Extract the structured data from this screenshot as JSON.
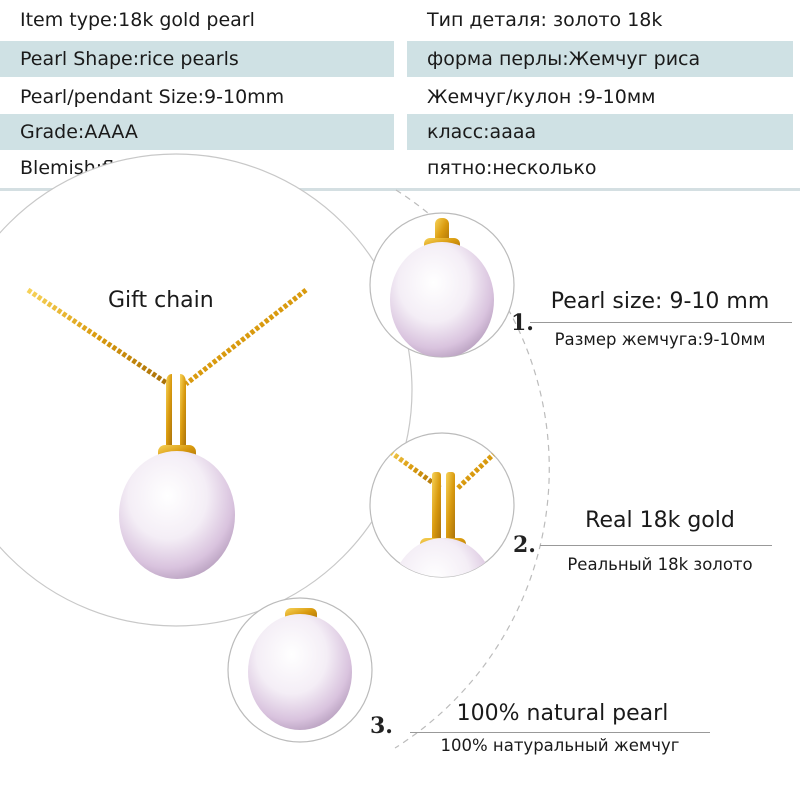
{
  "specs": {
    "rows": [
      {
        "en": "Item type:18k gold pearl",
        "ru": "Тип деталя: золото 18k",
        "shaded": false
      },
      {
        "en": "Pearl Shape:rice pearls",
        "ru": "форма перлы:Жемчуг риса",
        "shaded": true
      },
      {
        "en": "Pearl/pendant Size:9-10mm",
        "ru": "Жемчуг/кулон :9-10мм",
        "shaded": false
      },
      {
        "en": "Grade:AAAA",
        "ru": "класс:аааа",
        "shaded": true
      },
      {
        "en": "Blemish:flaws",
        "ru": "пятно:несколько",
        "shaded": false
      }
    ]
  },
  "hero": {
    "label": "Gift chain"
  },
  "features": [
    {
      "number": "1.",
      "title": "Pearl size: 9-10 mm",
      "subtitle": "Размер жемчуга:9-10мм"
    },
    {
      "number": "2.",
      "title": "Real 18k  gold",
      "subtitle": "Реальный 18k золото"
    },
    {
      "number": "3.",
      "title": "100% natural pearl",
      "subtitle": "100% натуральный жемчуг"
    }
  ],
  "colors": {
    "shade": "#cfe1e4",
    "gold": "#e1a817",
    "pearl": "#f6f3f8",
    "pearl_blush": "#cdb0d6",
    "circle_outline": "#bbbbbb"
  }
}
